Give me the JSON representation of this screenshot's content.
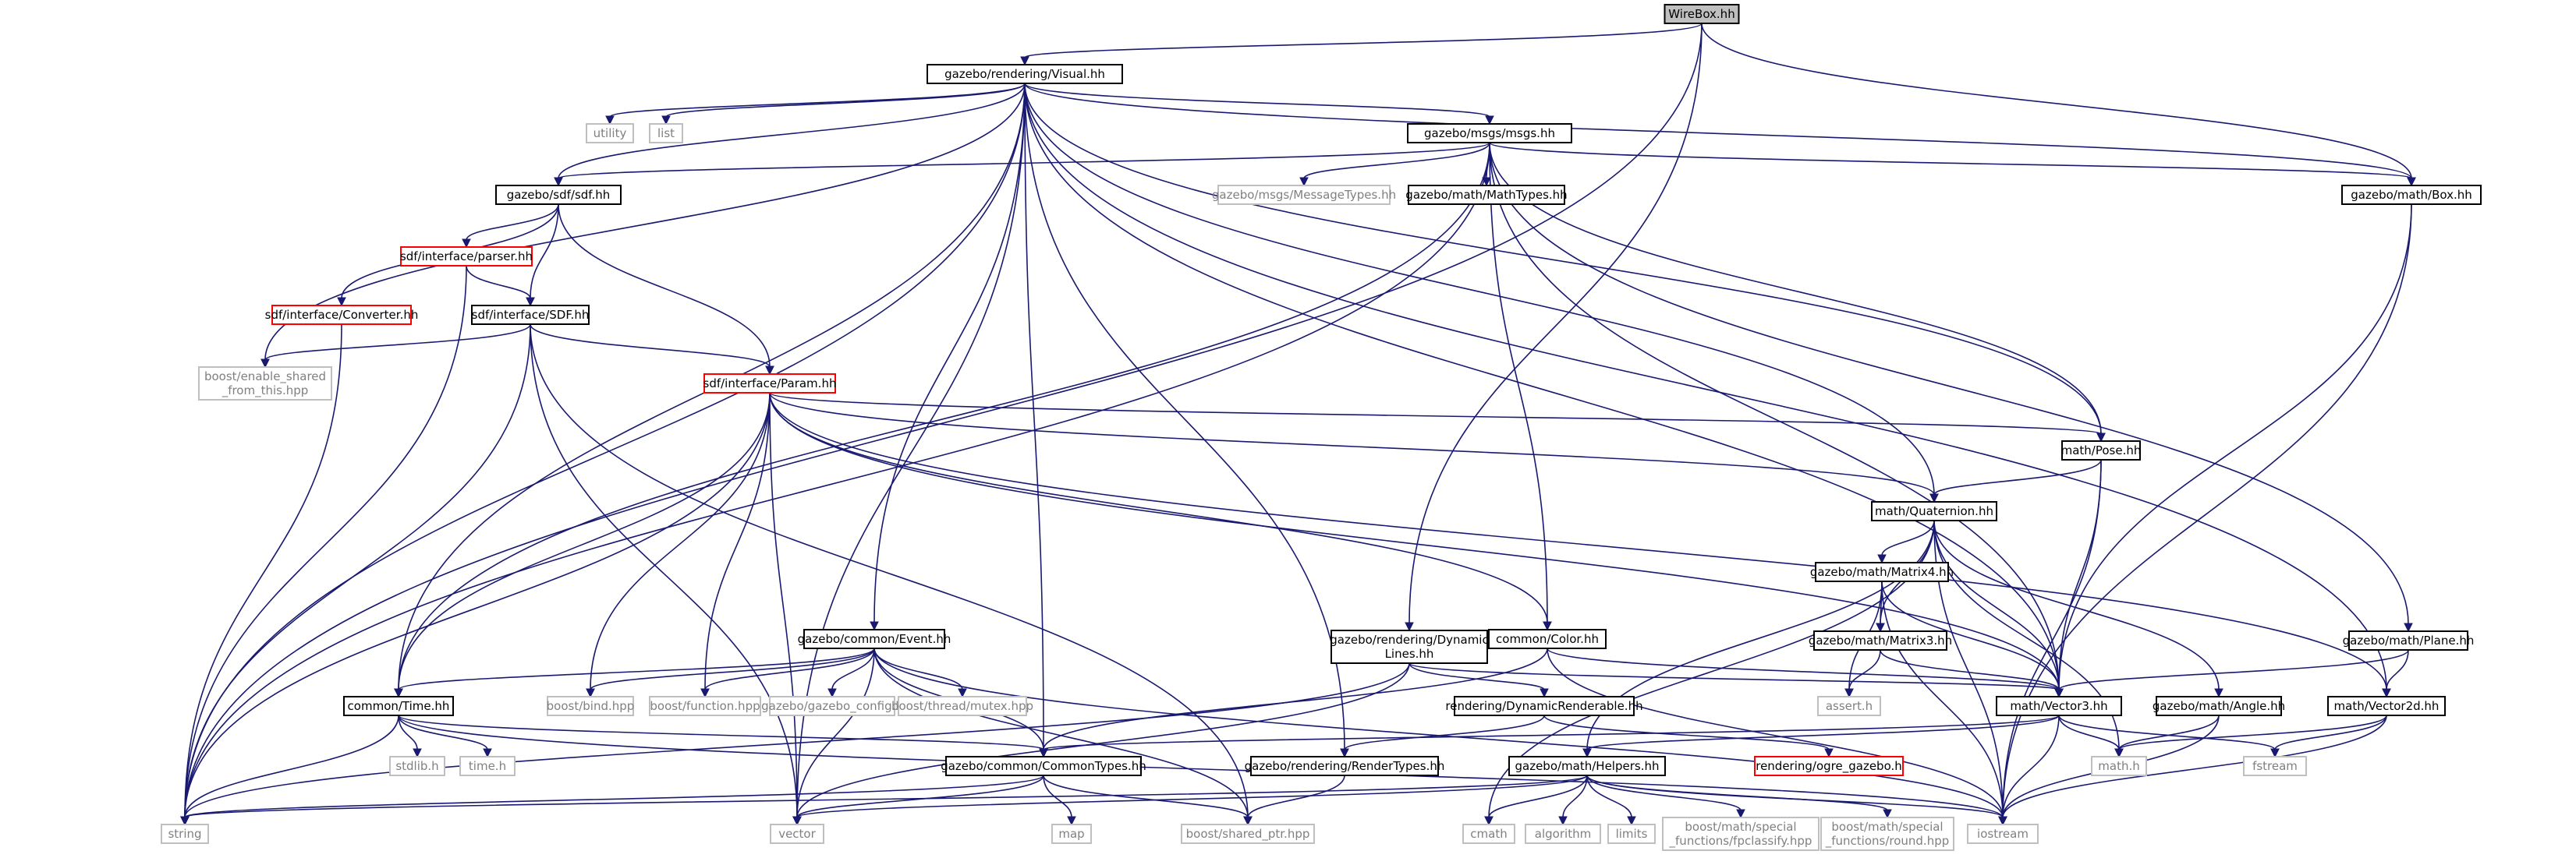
{
  "graph_title": "",
  "colors": {
    "edge": "#191970",
    "root_fill": "#bfbfbf",
    "node_border": "#000000",
    "missing_border": "#bfbfbf",
    "missing_text": "#808080",
    "incomplete_border": "#ff0000"
  },
  "nodes": [
    {
      "id": "wirebox",
      "label": "WireBox.hh",
      "kind": "root"
    },
    {
      "id": "visual",
      "label": "gazebo/rendering/Visual.hh",
      "kind": "normal"
    },
    {
      "id": "msgs",
      "label": "gazebo/msgs/msgs.hh",
      "kind": "normal"
    },
    {
      "id": "utility",
      "label": "utility",
      "kind": "missing"
    },
    {
      "id": "list",
      "label": "list",
      "kind": "missing"
    },
    {
      "id": "sdf",
      "label": "gazebo/sdf/sdf.hh",
      "kind": "normal"
    },
    {
      "id": "msgtypes",
      "label": "gazebo/msgs/MessageTypes.hh",
      "kind": "missing"
    },
    {
      "id": "mathtypes",
      "label": "gazebo/math/MathTypes.hh",
      "kind": "normal"
    },
    {
      "id": "box",
      "label": "gazebo/math/Box.hh",
      "kind": "normal"
    },
    {
      "id": "parser",
      "label": "sdf/interface/parser.hh",
      "kind": "incomplete"
    },
    {
      "id": "converter",
      "label": "sdf/interface/Converter.hh",
      "kind": "incomplete"
    },
    {
      "id": "sdfi",
      "label": "sdf/interface/SDF.hh",
      "kind": "normal"
    },
    {
      "id": "enableshared",
      "label": "boost/enable_shared\n_from_this.hpp",
      "kind": "missing"
    },
    {
      "id": "param",
      "label": "sdf/interface/Param.hh",
      "kind": "incomplete"
    },
    {
      "id": "pose",
      "label": "math/Pose.hh",
      "kind": "normal"
    },
    {
      "id": "quat",
      "label": "math/Quaternion.hh",
      "kind": "normal"
    },
    {
      "id": "mat4",
      "label": "gazebo/math/Matrix4.hh",
      "kind": "normal"
    },
    {
      "id": "mat3",
      "label": "gazebo/math/Matrix3.hh",
      "kind": "normal"
    },
    {
      "id": "event",
      "label": "gazebo/common/Event.hh",
      "kind": "normal"
    },
    {
      "id": "dynlines",
      "label": "gazebo/rendering/Dynamic\nLines.hh",
      "kind": "normal"
    },
    {
      "id": "color",
      "label": "common/Color.hh",
      "kind": "normal"
    },
    {
      "id": "plane",
      "label": "gazebo/math/Plane.hh",
      "kind": "normal"
    },
    {
      "id": "time",
      "label": "common/Time.hh",
      "kind": "normal"
    },
    {
      "id": "boostbind",
      "label": "boost/bind.hpp",
      "kind": "missing"
    },
    {
      "id": "boostfunc",
      "label": "boost/function.hpp",
      "kind": "missing"
    },
    {
      "id": "gzconfig",
      "label": "gazebo/gazebo_config.h",
      "kind": "missing"
    },
    {
      "id": "mutex",
      "label": "boost/thread/mutex.hpp",
      "kind": "missing"
    },
    {
      "id": "dynrend",
      "label": "rendering/DynamicRenderable.hh",
      "kind": "normal"
    },
    {
      "id": "assert",
      "label": "assert.h",
      "kind": "missing"
    },
    {
      "id": "vec3",
      "label": "math/Vector3.hh",
      "kind": "normal"
    },
    {
      "id": "angle",
      "label": "gazebo/math/Angle.hh",
      "kind": "normal"
    },
    {
      "id": "vec2",
      "label": "math/Vector2d.hh",
      "kind": "normal"
    },
    {
      "id": "stdlib",
      "label": "stdlib.h",
      "kind": "missing"
    },
    {
      "id": "timeh",
      "label": "time.h",
      "kind": "missing"
    },
    {
      "id": "commontypes",
      "label": "gazebo/common/CommonTypes.hh",
      "kind": "normal"
    },
    {
      "id": "rendertypes",
      "label": "gazebo/rendering/RenderTypes.hh",
      "kind": "normal"
    },
    {
      "id": "helpers",
      "label": "gazebo/math/Helpers.hh",
      "kind": "normal"
    },
    {
      "id": "ogre",
      "label": "rendering/ogre_gazebo.h",
      "kind": "incomplete"
    },
    {
      "id": "mathh",
      "label": "math.h",
      "kind": "missing"
    },
    {
      "id": "fstream",
      "label": "fstream",
      "kind": "missing"
    },
    {
      "id": "string",
      "label": "string",
      "kind": "missing"
    },
    {
      "id": "vector",
      "label": "vector",
      "kind": "missing"
    },
    {
      "id": "map",
      "label": "map",
      "kind": "missing"
    },
    {
      "id": "sharedptr",
      "label": "boost/shared_ptr.hpp",
      "kind": "missing"
    },
    {
      "id": "cmath",
      "label": "cmath",
      "kind": "missing"
    },
    {
      "id": "algorithm",
      "label": "algorithm",
      "kind": "missing"
    },
    {
      "id": "limits",
      "label": "limits",
      "kind": "missing"
    },
    {
      "id": "fpclassify",
      "label": "boost/math/special\n_functions/fpclassify.hpp",
      "kind": "missing"
    },
    {
      "id": "round",
      "label": "boost/math/special\n_functions/round.hpp",
      "kind": "missing"
    },
    {
      "id": "iostream",
      "label": "iostream",
      "kind": "missing"
    }
  ],
  "edges": [
    [
      "wirebox",
      "visual"
    ],
    [
      "wirebox",
      "box"
    ],
    [
      "wirebox",
      "dynlines"
    ],
    [
      "wirebox",
      "string"
    ],
    [
      "visual",
      "msgs"
    ],
    [
      "visual",
      "utility"
    ],
    [
      "visual",
      "list"
    ],
    [
      "visual",
      "sdf"
    ],
    [
      "visual",
      "box"
    ],
    [
      "visual",
      "enableshared"
    ],
    [
      "visual",
      "pose"
    ],
    [
      "visual",
      "quat"
    ],
    [
      "visual",
      "vec3"
    ],
    [
      "visual",
      "vec2"
    ],
    [
      "visual",
      "event"
    ],
    [
      "visual",
      "time"
    ],
    [
      "visual",
      "commontypes"
    ],
    [
      "visual",
      "rendertypes"
    ],
    [
      "visual",
      "string"
    ],
    [
      "visual",
      "vector"
    ],
    [
      "msgs",
      "sdf"
    ],
    [
      "msgs",
      "msgtypes"
    ],
    [
      "msgs",
      "mathtypes"
    ],
    [
      "msgs",
      "box"
    ],
    [
      "msgs",
      "pose"
    ],
    [
      "msgs",
      "color"
    ],
    [
      "msgs",
      "plane"
    ],
    [
      "msgs",
      "vec3"
    ],
    [
      "msgs",
      "time"
    ],
    [
      "msgs",
      "string"
    ],
    [
      "sdf",
      "parser"
    ],
    [
      "sdf",
      "converter"
    ],
    [
      "sdf",
      "sdfi"
    ],
    [
      "sdf",
      "param"
    ],
    [
      "parser",
      "sdfi"
    ],
    [
      "parser",
      "string"
    ],
    [
      "converter",
      "string"
    ],
    [
      "sdfi",
      "enableshared"
    ],
    [
      "sdfi",
      "param"
    ],
    [
      "sdfi",
      "string"
    ],
    [
      "sdfi",
      "vector"
    ],
    [
      "sdfi",
      "sharedptr"
    ],
    [
      "param",
      "pose"
    ],
    [
      "param",
      "quat"
    ],
    [
      "param",
      "vec3"
    ],
    [
      "param",
      "vec2"
    ],
    [
      "param",
      "color"
    ],
    [
      "param",
      "time"
    ],
    [
      "param",
      "boostbind"
    ],
    [
      "param",
      "boostfunc"
    ],
    [
      "param",
      "string"
    ],
    [
      "param",
      "vector"
    ],
    [
      "box",
      "vec3"
    ],
    [
      "box",
      "iostream"
    ],
    [
      "pose",
      "quat"
    ],
    [
      "pose",
      "vec3"
    ],
    [
      "pose",
      "iostream"
    ],
    [
      "quat",
      "mat4"
    ],
    [
      "quat",
      "mat3"
    ],
    [
      "quat",
      "vec3"
    ],
    [
      "quat",
      "angle"
    ],
    [
      "quat",
      "helpers"
    ],
    [
      "quat",
      "mathh"
    ],
    [
      "quat",
      "iostream"
    ],
    [
      "quat",
      "cmath"
    ],
    [
      "mat4",
      "mat3"
    ],
    [
      "mat4",
      "vec3"
    ],
    [
      "mat4",
      "assert"
    ],
    [
      "mat4",
      "iostream"
    ],
    [
      "mat3",
      "vec3"
    ],
    [
      "mat3",
      "assert"
    ],
    [
      "event",
      "time"
    ],
    [
      "event",
      "commontypes"
    ],
    [
      "event",
      "boostbind"
    ],
    [
      "event",
      "boostfunc"
    ],
    [
      "event",
      "gzconfig"
    ],
    [
      "event",
      "mutex"
    ],
    [
      "event",
      "sharedptr"
    ],
    [
      "event",
      "vector"
    ],
    [
      "event",
      "iostream"
    ],
    [
      "dynlines",
      "dynrend"
    ],
    [
      "dynlines",
      "vec3"
    ],
    [
      "dynlines",
      "string"
    ],
    [
      "dynlines",
      "vector"
    ],
    [
      "dynrend",
      "ogre"
    ],
    [
      "dynrend",
      "rendertypes"
    ],
    [
      "color",
      "vec3"
    ],
    [
      "color",
      "commontypes"
    ],
    [
      "color",
      "iostream"
    ],
    [
      "plane",
      "vec3"
    ],
    [
      "plane",
      "vec2"
    ],
    [
      "time",
      "commontypes"
    ],
    [
      "time",
      "stdlib"
    ],
    [
      "time",
      "timeh"
    ],
    [
      "time",
      "string"
    ],
    [
      "time",
      "iostream"
    ],
    [
      "vec3",
      "helpers"
    ],
    [
      "vec3",
      "commontypes"
    ],
    [
      "vec3",
      "mathh"
    ],
    [
      "vec3",
      "fstream"
    ],
    [
      "vec3",
      "iostream"
    ],
    [
      "angle",
      "mathh"
    ],
    [
      "angle",
      "iostream"
    ],
    [
      "vec2",
      "mathh"
    ],
    [
      "vec2",
      "fstream"
    ],
    [
      "vec2",
      "iostream"
    ],
    [
      "commontypes",
      "string"
    ],
    [
      "commontypes",
      "vector"
    ],
    [
      "commontypes",
      "map"
    ],
    [
      "commontypes",
      "sharedptr"
    ],
    [
      "rendertypes",
      "sharedptr"
    ],
    [
      "helpers",
      "string"
    ],
    [
      "helpers",
      "vector"
    ],
    [
      "helpers",
      "cmath"
    ],
    [
      "helpers",
      "algorithm"
    ],
    [
      "helpers",
      "limits"
    ],
    [
      "helpers",
      "fpclassify"
    ],
    [
      "helpers",
      "round"
    ],
    [
      "helpers",
      "iostream"
    ]
  ]
}
